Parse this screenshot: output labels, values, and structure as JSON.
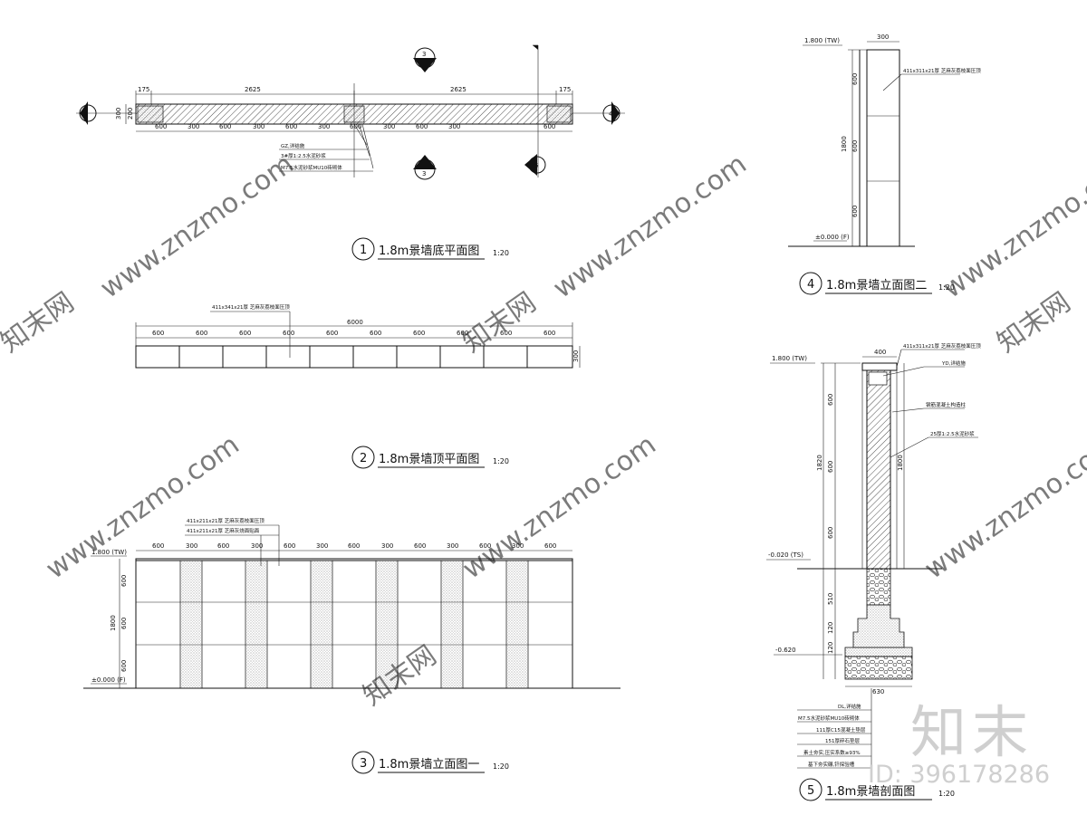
{
  "drawings": {
    "d1": {
      "num": "1",
      "title": "1.8m景墙底平面图",
      "scale": "1:20",
      "top_dims": [
        "175",
        "2625",
        "2625",
        "175"
      ],
      "bottom_dims": [
        "600",
        "300",
        "600",
        "300",
        "600",
        "300",
        "600",
        "300",
        "600",
        "300",
        "600"
      ],
      "side_dims": [
        "300",
        "200"
      ],
      "notes": [
        "GZ,详结施",
        "3#厚1:2.5水泥砂浆",
        "M7.5水泥砂浆MU10砖砌体"
      ]
    },
    "d2": {
      "num": "2",
      "title": "1.8m景墙顶平面图",
      "scale": "1:20",
      "total": "6000",
      "side": "300",
      "dims": [
        "600",
        "600",
        "600",
        "600",
        "600",
        "600",
        "600",
        "600",
        "600",
        "600"
      ],
      "note": "411x341x21厚 芝麻灰荔枝面压顶"
    },
    "d3": {
      "num": "3",
      "title": "1.8m景墙立面图一",
      "scale": "1:20",
      "dims": [
        "600",
        "300",
        "600",
        "300",
        "600",
        "300",
        "600",
        "300",
        "600",
        "300",
        "600",
        "300",
        "600"
      ],
      "notes": [
        "411x211x21厚 芝麻灰荔枝面压顶",
        "411x211x21厚 芝麻灰烧面贴面"
      ],
      "levels": [
        "1.800 (TW)",
        "±0.000 (F)"
      ],
      "side_dims": [
        "600",
        "600",
        "600"
      ],
      "total_h": "1800"
    },
    "d4": {
      "num": "4",
      "title": "1.8m景墙立面图二",
      "scale": "1:20",
      "top": "300",
      "note": "411x311x21厚 芝麻灰荔枝面压顶",
      "levels": [
        "1.800 (TW)",
        "±0.000 (F)"
      ],
      "side_dims": [
        "600",
        "600",
        "600"
      ],
      "total_h": "1800"
    },
    "d5": {
      "num": "5",
      "title": "1.8m景墙剖面图",
      "scale": "1:20",
      "top": "400",
      "bottom": "630",
      "levels": [
        "1.800 (TW)",
        "-0.020 (TS)",
        "-0.620"
      ],
      "right_notes": [
        "411x311x21厚 芝麻灰荔枝面压顶",
        "YD,详结施",
        "钢筋混凝土构造柱",
        "25厚1:2.5水泥砂浆"
      ],
      "bottom_notes": [
        "DL,详结施",
        "M7.5水泥砂浆MU10砖砌体",
        "111厚C15混凝土垫层",
        "151厚碎石垫层",
        "素土夯实,压实系数≥93%",
        "基下夯实碾,钎探验槽"
      ],
      "side_dims": [
        "600",
        "600",
        "600",
        "510",
        "120",
        "120"
      ],
      "total_h": "1820",
      "side_right": "1800"
    }
  },
  "watermark": {
    "site": "www.znzmo.com",
    "cn": "知末网"
  },
  "brand": {
    "logo": "知末",
    "id": "ID: 396178286"
  }
}
